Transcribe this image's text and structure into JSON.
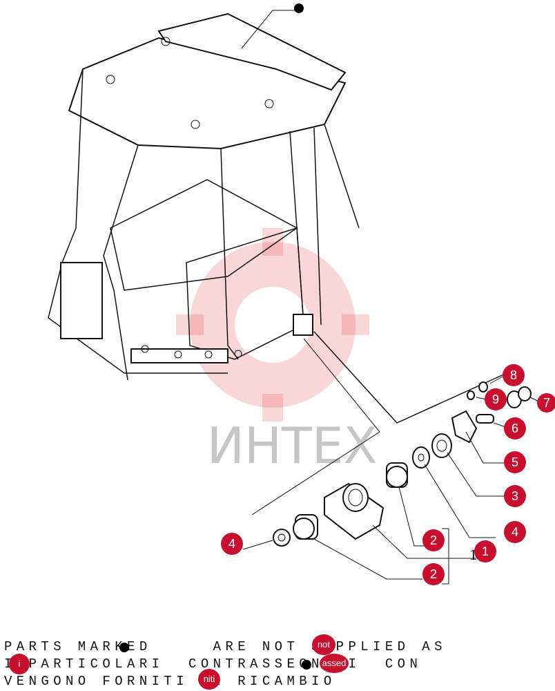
{
  "watermark": {
    "text": "ИНТЕХ"
  },
  "assembly_ref": "1",
  "callouts": [
    {
      "label": "8"
    },
    {
      "label": "9"
    },
    {
      "label": "7"
    },
    {
      "label": "6"
    },
    {
      "label": "5"
    },
    {
      "label": "3"
    },
    {
      "label": "4"
    },
    {
      "label": "2"
    },
    {
      "label": "1"
    },
    {
      "label": "4"
    },
    {
      "label": "2"
    }
  ],
  "footer": {
    "line1": "PARTS MARKED     ARE NOT SUPPLIED AS",
    "line2": "I PARTICOLARI  CONTRASSEGNATI  CON",
    "line3": "VENGONO FORNITI DI RICAMBIO",
    "tag_not": "not",
    "tag_assed": "assed",
    "tag_i": "i",
    "tag_niti": "niti"
  },
  "colors": {
    "callout": "#c8102e",
    "watermark": "#e02020"
  }
}
